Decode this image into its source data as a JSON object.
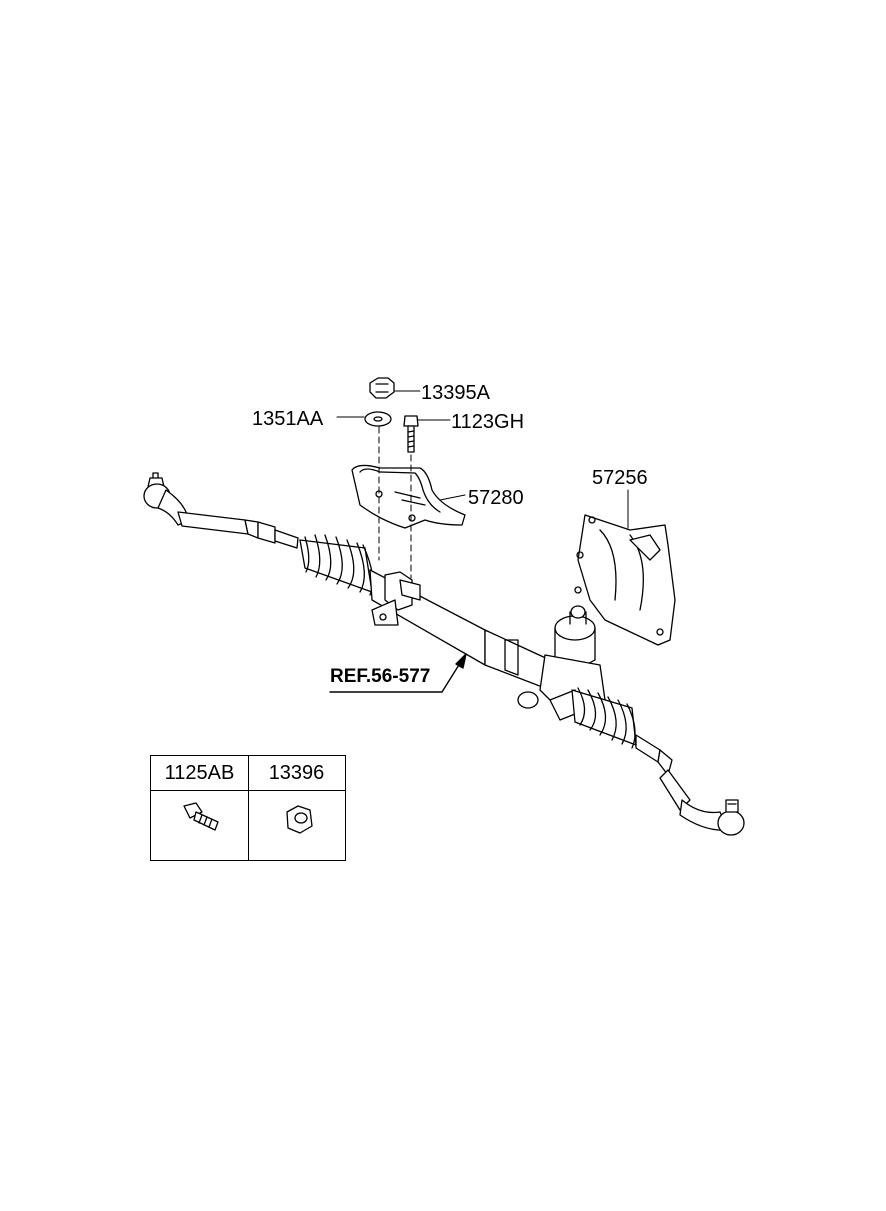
{
  "diagram": {
    "callouts": {
      "nut_top": "13395A",
      "washer": "1351AA",
      "bolt_top": "1123GH",
      "heat_shield": "57280",
      "boot_cover": "57256",
      "reference": "REF.56-577"
    },
    "legend_table": {
      "columns": [
        {
          "part_no": "1125AB",
          "icon": "bolt-icon"
        },
        {
          "part_no": "13396",
          "icon": "nut-icon"
        }
      ]
    }
  }
}
